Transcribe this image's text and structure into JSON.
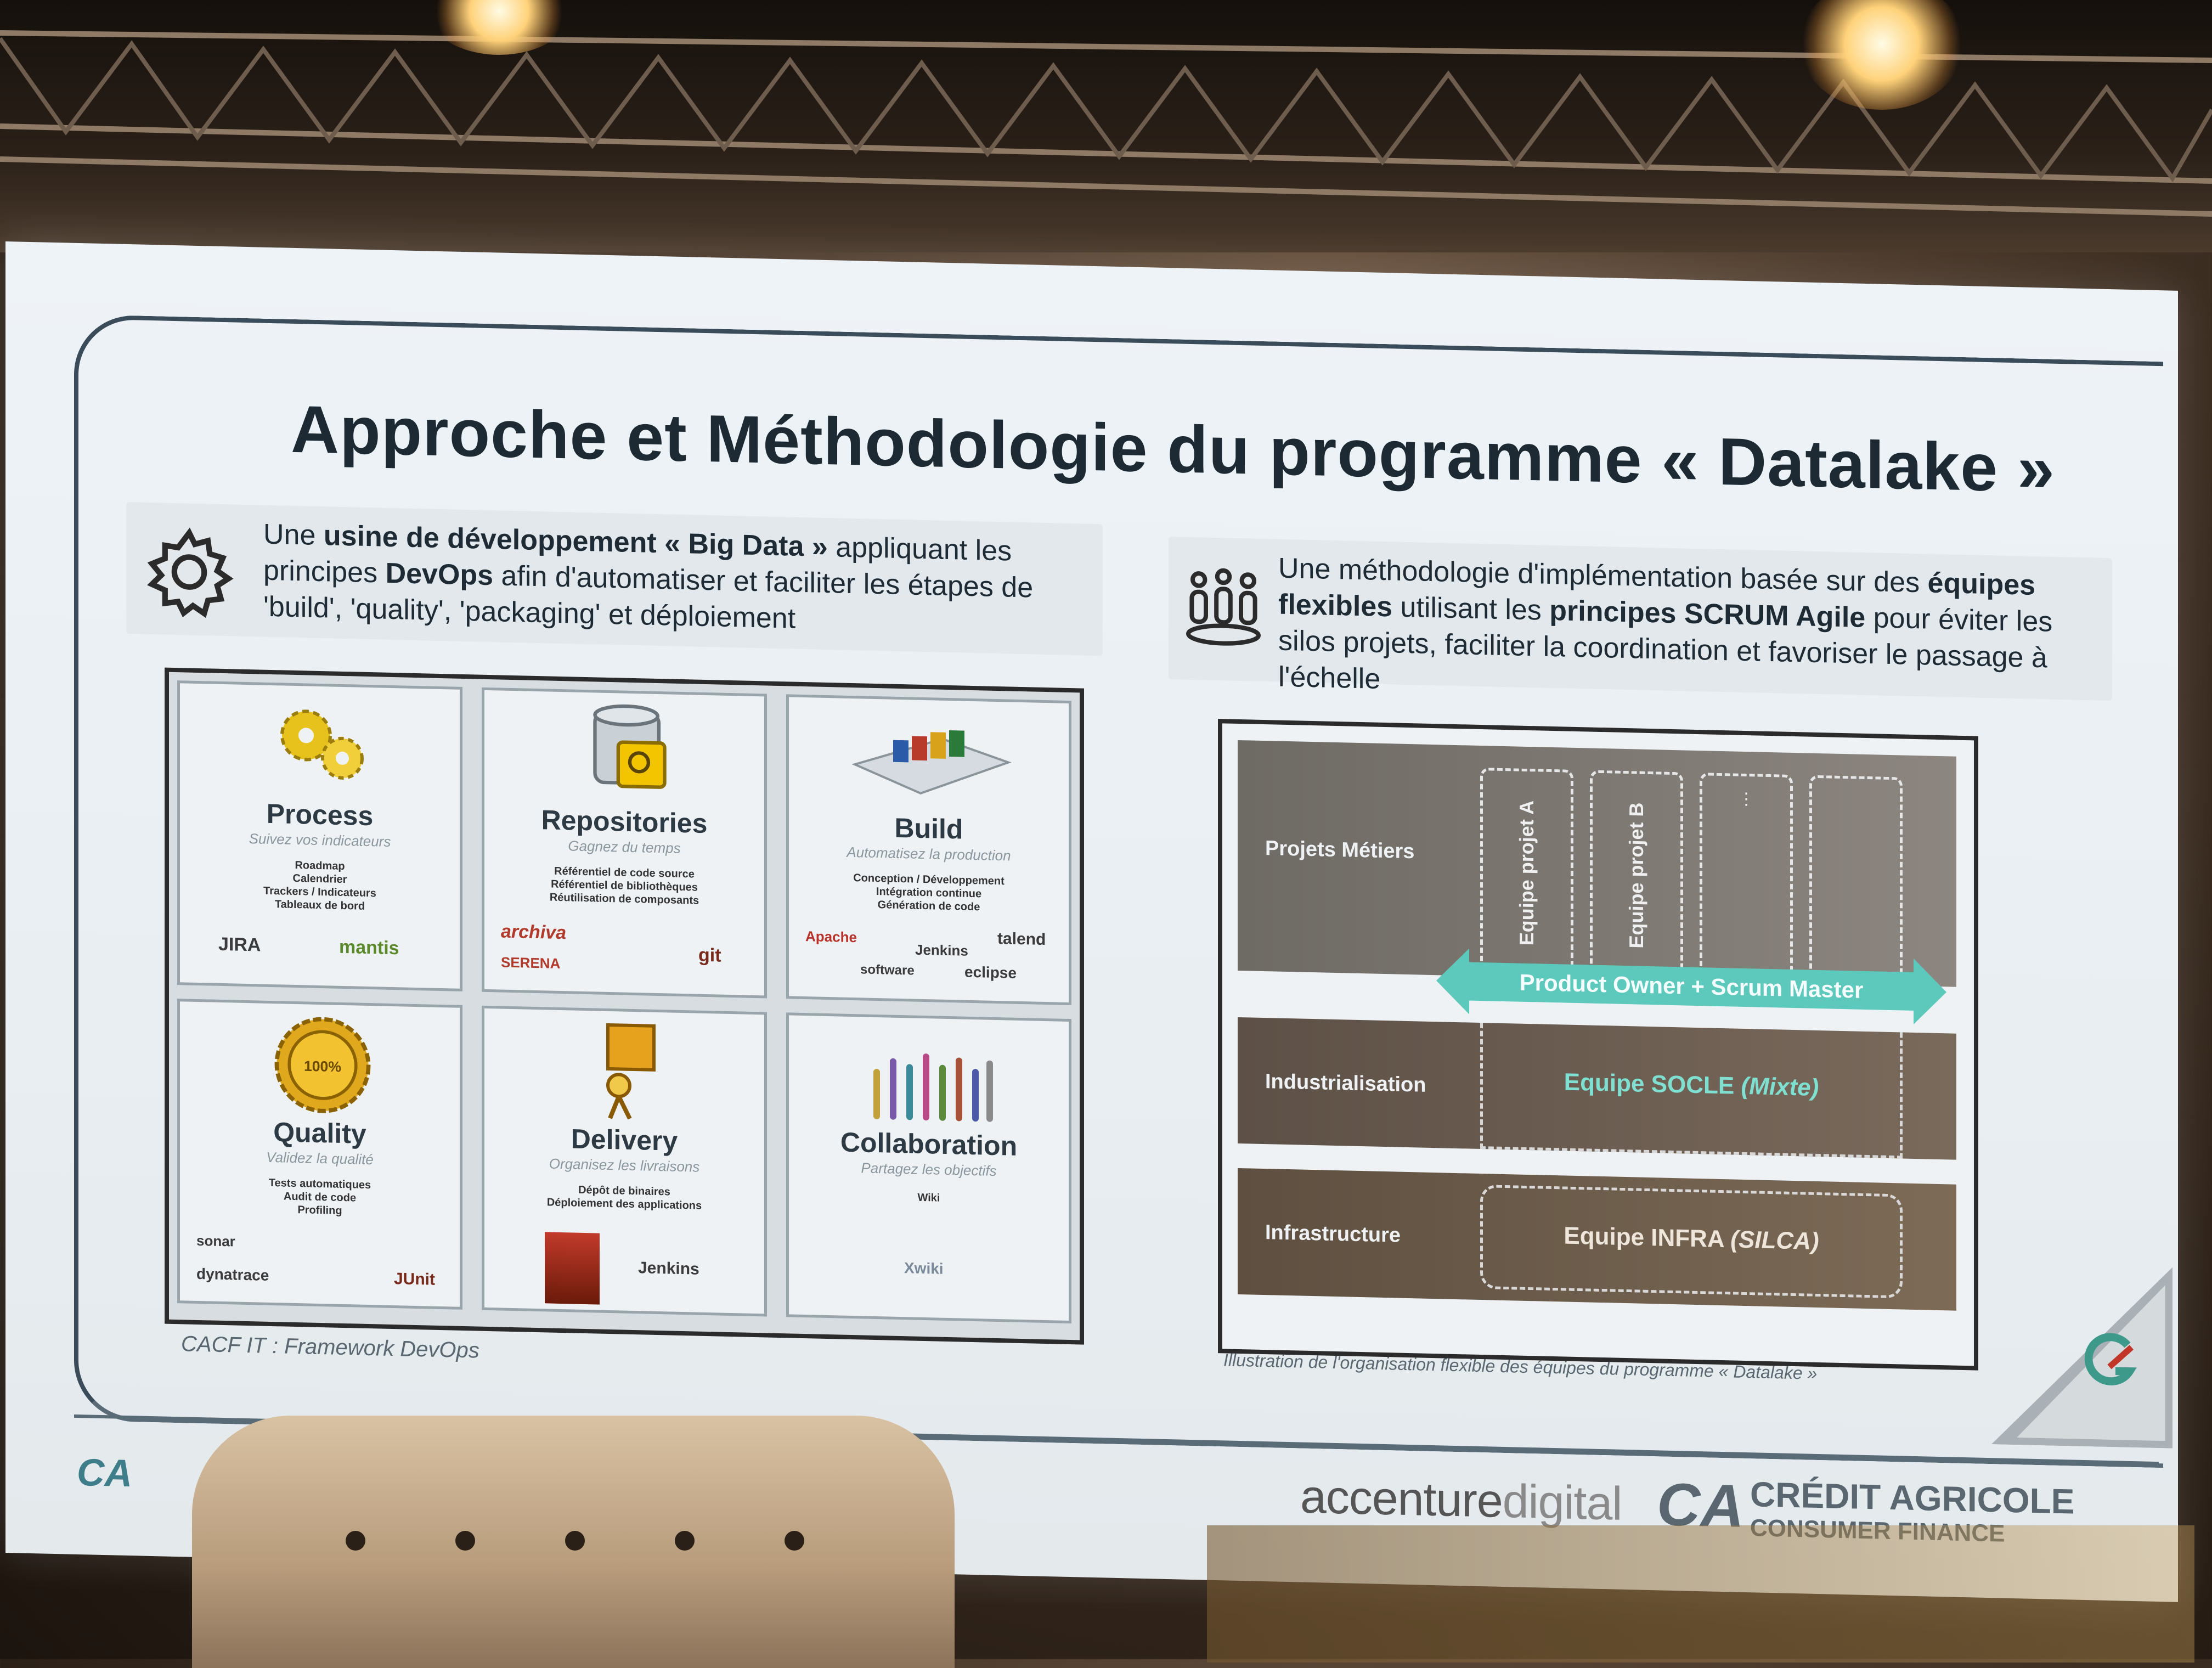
{
  "slide": {
    "title": "Approche et Méthodologie du programme « Datalake »",
    "left_intro": {
      "p1": "Une ",
      "b1": "usine de développement « Big Data »",
      "p2": " appliquant les principes ",
      "b2": "DevOps",
      "p3": " afin d'automatiser et faciliter les étapes de 'build', 'quality', 'packaging' et déploiement"
    },
    "right_intro": {
      "p1": "Une méthodologie d'implémentation basée sur des ",
      "b1": "équipes flexibles",
      "p2": " utilisant les ",
      "b2": "principes SCRUM Agile",
      "p3": " pour éviter les silos projets, faciliter la coordination et favoriser le passage à l'échelle"
    },
    "devops_cells": [
      {
        "name": "Process",
        "subtitle": "Suivez vos indicateurs",
        "items": "Roadmap\nCalendrier\nTrackers / Indicateurs\nTableaux de bord",
        "tools": [
          "JIRA",
          "mantis"
        ],
        "icon": "gears-icon"
      },
      {
        "name": "Repositories",
        "subtitle": "Gagnez du temps",
        "items": "Référentiel de code source\nRéférentiel de bibliothèques\nRéutilisation de composants",
        "tools": [
          "archiva",
          "SERENA",
          "git"
        ],
        "icon": "database-icon"
      },
      {
        "name": "Build",
        "subtitle": "Automatisez la production",
        "items": "Conception / Développement\nIntégration continue\nGénération de code",
        "tools": [
          "Apache",
          "Jenkins",
          "talend",
          "software",
          "eclipse"
        ],
        "icon": "build-blocks-icon"
      },
      {
        "name": "Quality",
        "subtitle": "Validez la qualité",
        "items": "Tests automatiques\nAudit de code\nProfiling",
        "tools": [
          "sonar",
          "dynatrace",
          "JUnit"
        ],
        "icon": "quality-seal-icon"
      },
      {
        "name": "Delivery",
        "subtitle": "Organisez les livraisons",
        "items": "Dépôt de binaires\nDéploiement des applications",
        "tools": [
          "Jenkins"
        ],
        "icon": "delivery-box-icon"
      },
      {
        "name": "Collaboration",
        "subtitle": "Partagez les objectifs",
        "items": "Wiki",
        "tools": [
          "Xwiki"
        ],
        "icon": "people-icon"
      }
    ],
    "left_caption": "CACF IT : Framework DevOps",
    "org": {
      "band_projets": "Projets Métiers",
      "band_indus": "Industrialisation",
      "band_infra": "Infrastructure",
      "team_a": "Equipe projet A",
      "team_b": "Equipe projet B",
      "team_c_dots": "⋮",
      "po_sm": "Product Owner + Scrum Master",
      "socle": "Equipe SOCLE ",
      "socle_em": "(Mixte)",
      "infra": "Equipe INFRA ",
      "infra_em": "(SILCA)"
    },
    "right_caption": "Illustration de l'organisation flexible des équipes du programme « Datalake »",
    "footer": {
      "accenture": "accenture",
      "digital": "digital",
      "ca_line1": "CRÉDIT AGRICOLE",
      "ca_line2": "CONSUMER FINANCE",
      "ca_small": "CA"
    },
    "colors": {
      "accent_teal": "#5cc9bc",
      "title": "#1e2a33"
    }
  }
}
